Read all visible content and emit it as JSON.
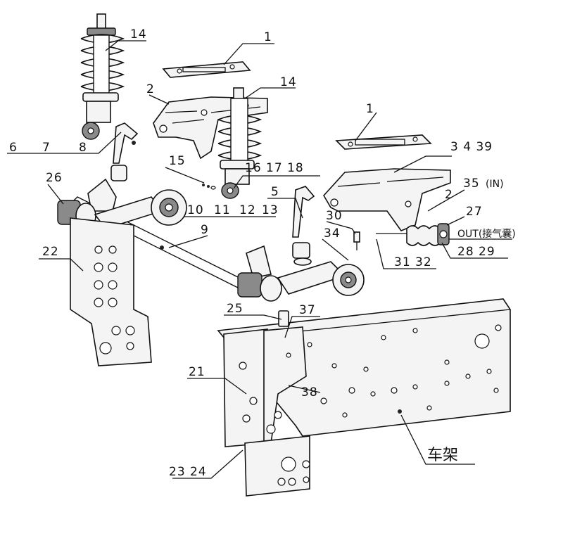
{
  "labels": {
    "l14a": "14",
    "l1a": "1",
    "l2a": "2",
    "l14b": "14",
    "l1b": "1",
    "l6": "6",
    "l7": "7",
    "l8": "8",
    "l3439": "3 4 39",
    "l15": "15",
    "l161718": "16 17 18",
    "l26": "26",
    "l35": "35",
    "l35in": "(IN)",
    "l5": "5",
    "l2b": "2",
    "l10": "10",
    "l11": "11",
    "l12": "12",
    "l13": "13",
    "l27": "27",
    "l30": "30",
    "l9": "9",
    "lout": "OUT(接气囊)",
    "l22": "22",
    "l34": "34",
    "l3132": "31 32",
    "l2829": "28 29",
    "l25": "25",
    "l37": "37",
    "l21": "21",
    "l38": "38",
    "l2324": "23 24",
    "frame": "车架"
  }
}
